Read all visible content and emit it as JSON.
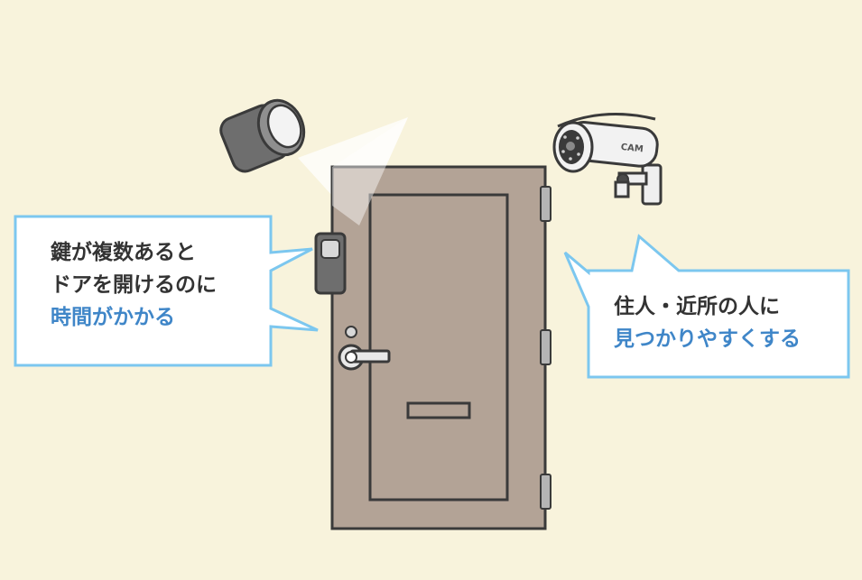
{
  "callouts": {
    "left": {
      "line1": "鍵が複数あると",
      "line2": "ドアを開けるのに",
      "line3": "時間がかかる"
    },
    "right": {
      "line1": "住人・近所の人に",
      "line2": "見つかりやすくする"
    }
  },
  "camera": {
    "label": "CAM"
  },
  "colors": {
    "background": "#f8f3dc",
    "door": "#b3a396",
    "outline": "#3a3a3a",
    "callout_border": "#7cc7ef",
    "accent_text": "#3f86c8",
    "body_text": "#333333"
  },
  "icons": [
    "sensor-light-icon",
    "security-camera-icon",
    "door-icon",
    "door-lock-icon",
    "door-handle-icon"
  ]
}
